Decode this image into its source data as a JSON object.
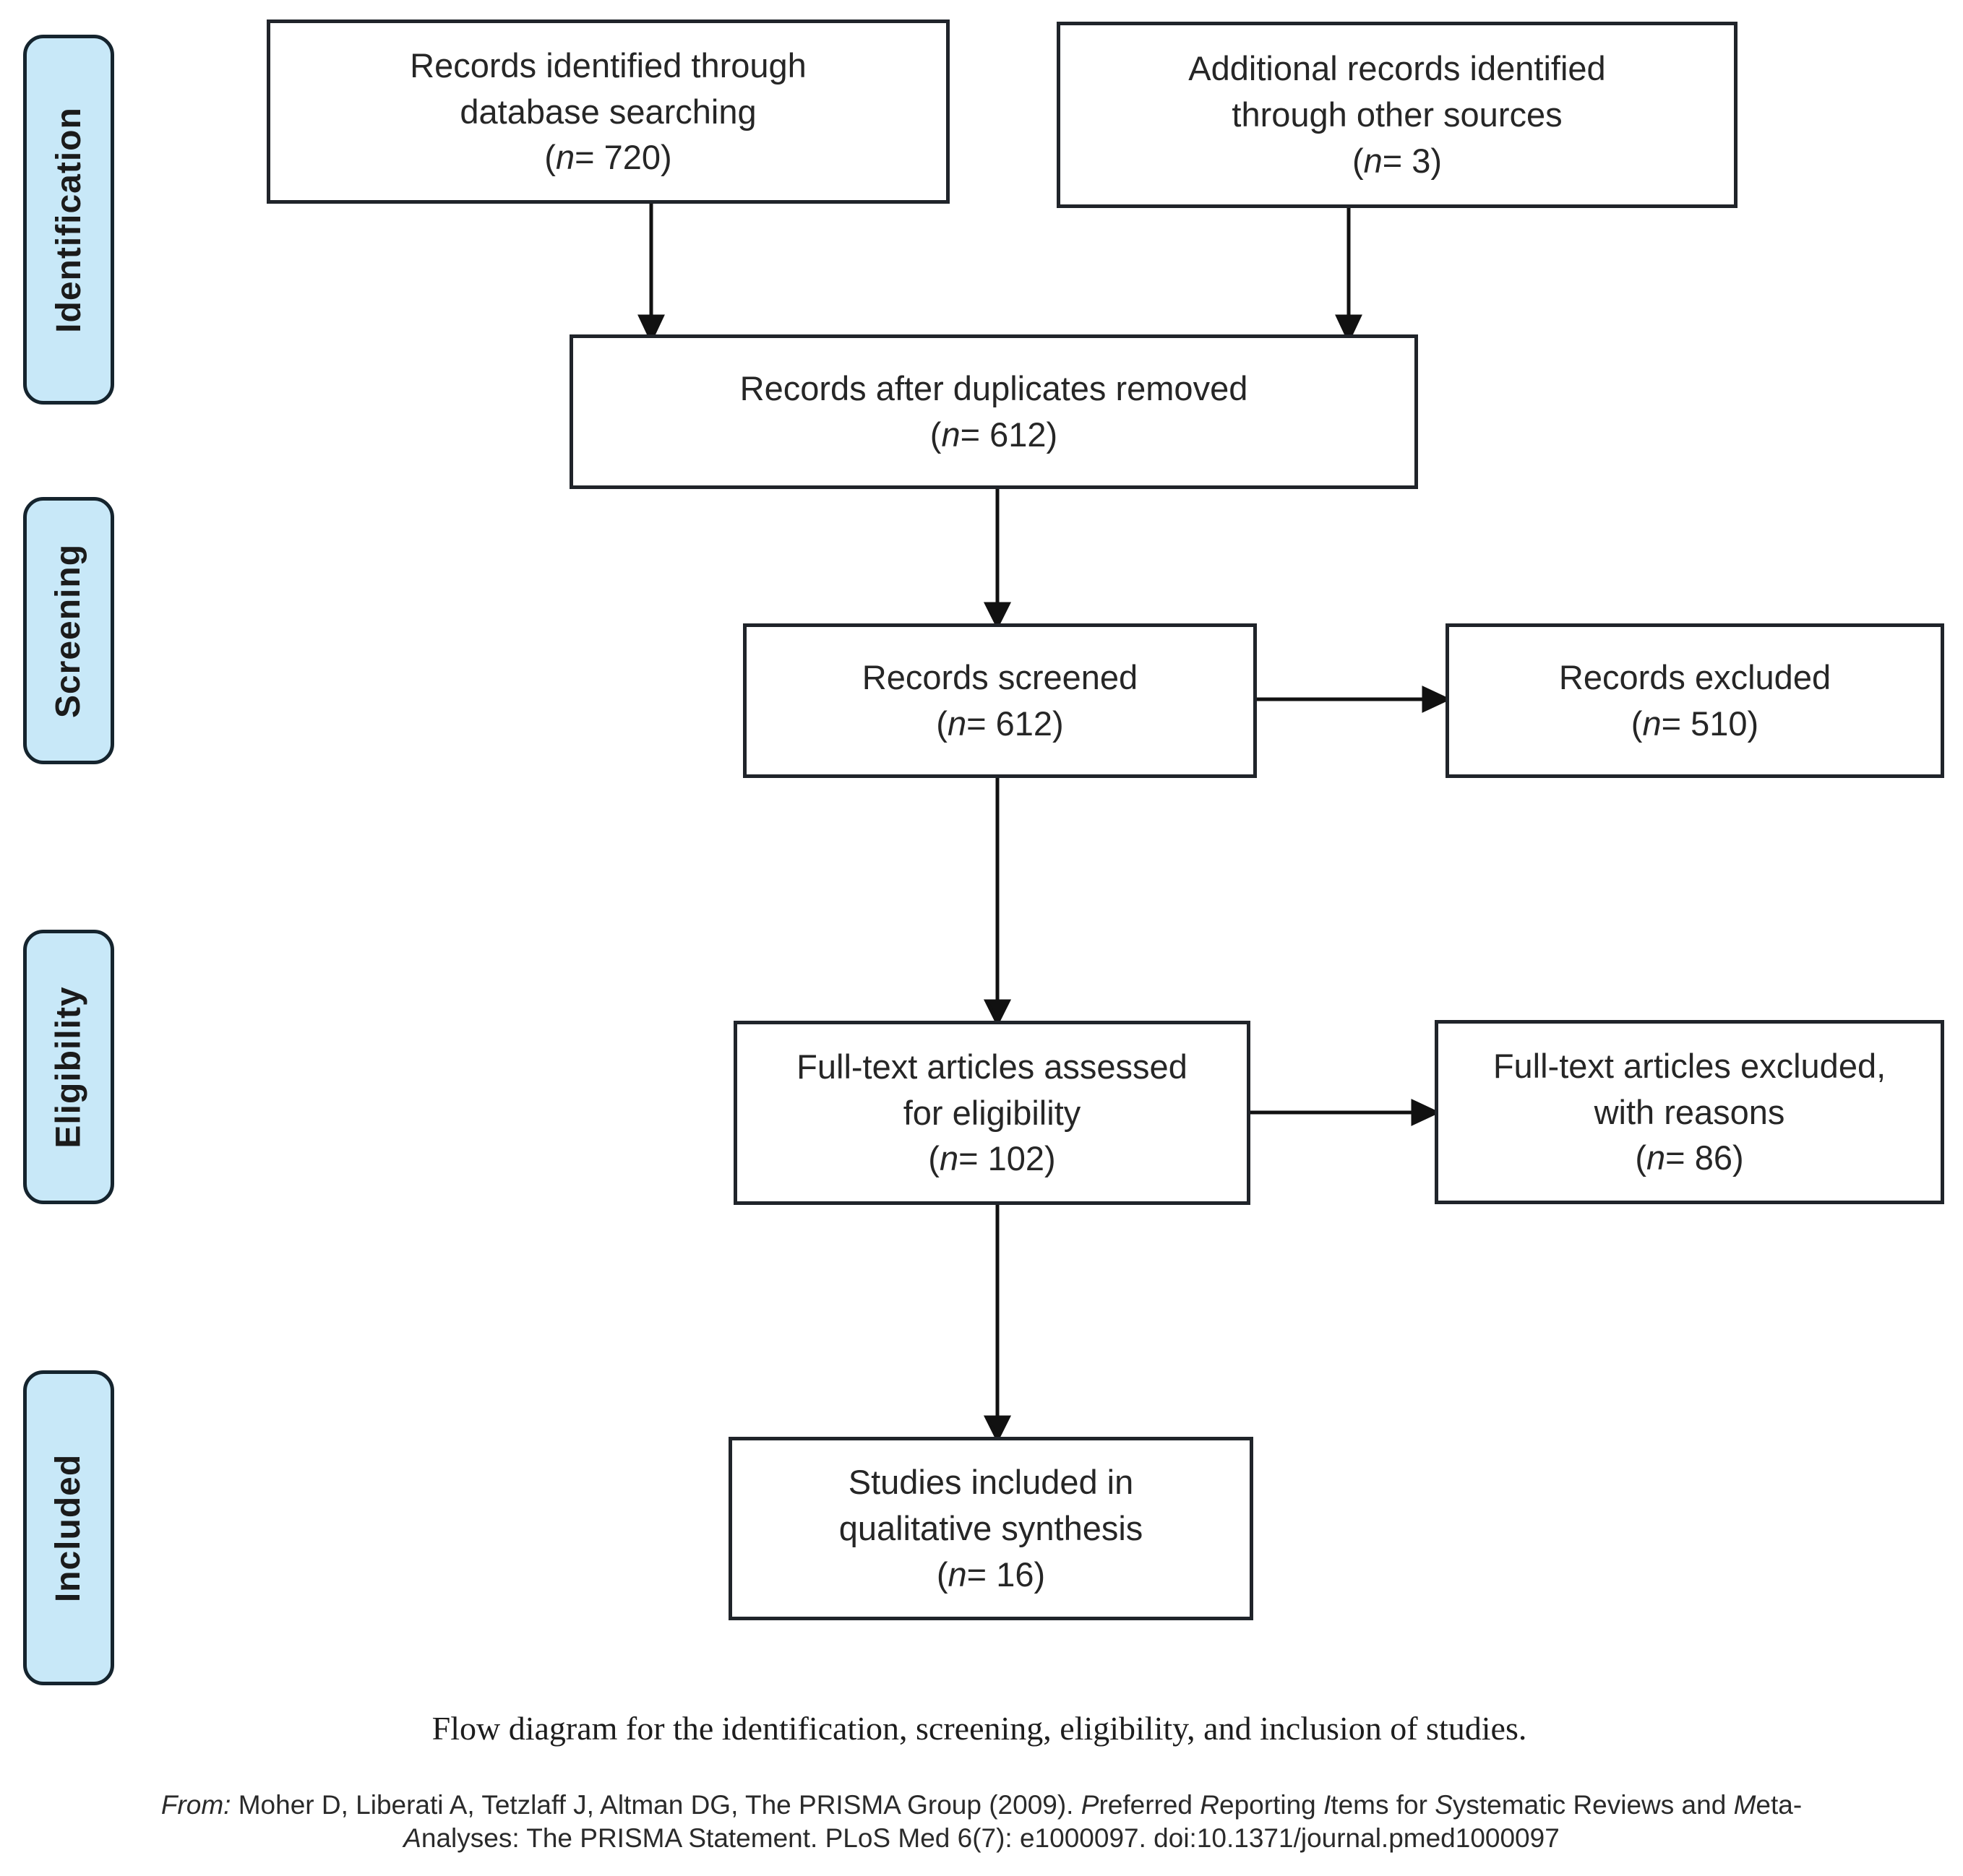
{
  "sidebar": {
    "fill_color": "#c8e8f8",
    "border_color": "#15242e",
    "labels": [
      {
        "id": "identification",
        "text": "Identification"
      },
      {
        "id": "screening",
        "text": "Screening"
      },
      {
        "id": "eligibility",
        "text": "Eligibility"
      },
      {
        "id": "included",
        "text": "Included"
      }
    ]
  },
  "glyphs": {
    "open": "(",
    "n": "n",
    "eq": "= ",
    "close": ")"
  },
  "boxes": {
    "identified": {
      "lines": [
        "Records identified through",
        "database searching"
      ],
      "count": "720"
    },
    "additional": {
      "lines": [
        "Additional records identified",
        "through other sources"
      ],
      "count": "3"
    },
    "duplicates": {
      "lines": [
        "Records after duplicates removed"
      ],
      "count": "612"
    },
    "screened": {
      "lines": [
        "Records screened"
      ],
      "count": "612"
    },
    "excluded": {
      "lines": [
        "Records excluded"
      ],
      "count": "510"
    },
    "fulltext": {
      "lines": [
        "Full-text articles assessed",
        "for eligibility"
      ],
      "count": "102"
    },
    "fulltext_excluded": {
      "lines": [
        "Full-text articles excluded,",
        "with reasons"
      ],
      "count": "86"
    },
    "studies": {
      "lines": [
        "Studies included in",
        "qualitative synthesis"
      ],
      "count": "16"
    }
  },
  "caption": "Flow diagram for the identification, screening, eligibility, and inclusion of studies.",
  "citation": {
    "line1": [
      {
        "t": "From:",
        "i": true
      },
      {
        "t": "  Moher D, Liberati A, Tetzlaff J, Altman DG, The PRISMA Group (2009). ",
        "i": false
      },
      {
        "t": "P",
        "i": true
      },
      {
        "t": "referred ",
        "i": false
      },
      {
        "t": "R",
        "i": true
      },
      {
        "t": "eporting ",
        "i": false
      },
      {
        "t": "I",
        "i": true
      },
      {
        "t": "tems for ",
        "i": false
      },
      {
        "t": "S",
        "i": true
      },
      {
        "t": "ystematic Reviews and ",
        "i": false
      },
      {
        "t": "M",
        "i": true
      },
      {
        "t": "eta-",
        "i": false
      }
    ],
    "line2": [
      {
        "t": "A",
        "i": true
      },
      {
        "t": "nalyses: The PRISMA Statement. PLoS Med 6(7): e1000097. doi:10.1371/journal.pmed1000097",
        "i": false
      }
    ]
  }
}
